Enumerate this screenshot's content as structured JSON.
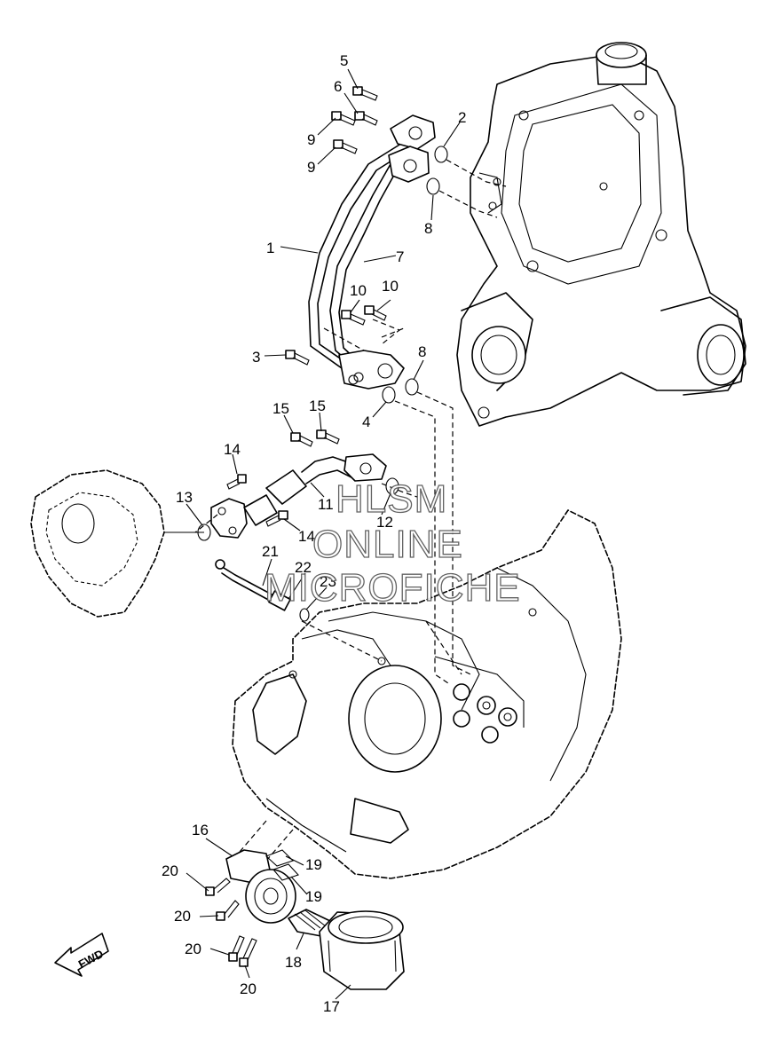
{
  "callouts": [
    {
      "id": "c5",
      "text": "5"
    },
    {
      "id": "c6",
      "text": "6"
    },
    {
      "id": "c2",
      "text": "2"
    },
    {
      "id": "c9a",
      "text": "9"
    },
    {
      "id": "c9b",
      "text": "9"
    },
    {
      "id": "c8a",
      "text": "8"
    },
    {
      "id": "c1",
      "text": "1"
    },
    {
      "id": "c7",
      "text": "7"
    },
    {
      "id": "c10a",
      "text": "10"
    },
    {
      "id": "c10b",
      "text": "10"
    },
    {
      "id": "c3",
      "text": "3"
    },
    {
      "id": "c8b",
      "text": "8"
    },
    {
      "id": "c4",
      "text": "4"
    },
    {
      "id": "c15a",
      "text": "15"
    },
    {
      "id": "c15b",
      "text": "15"
    },
    {
      "id": "c14a",
      "text": "14"
    },
    {
      "id": "c13",
      "text": "13"
    },
    {
      "id": "c11",
      "text": "11"
    },
    {
      "id": "c12",
      "text": "12"
    },
    {
      "id": "c14b",
      "text": "14"
    },
    {
      "id": "c21",
      "text": "21"
    },
    {
      "id": "c22",
      "text": "22"
    },
    {
      "id": "c23",
      "text": "23"
    },
    {
      "id": "c16",
      "text": "16"
    },
    {
      "id": "c20a",
      "text": "20"
    },
    {
      "id": "c19a",
      "text": "19"
    },
    {
      "id": "c19b",
      "text": "19"
    },
    {
      "id": "c20b",
      "text": "20"
    },
    {
      "id": "c20c",
      "text": "20"
    },
    {
      "id": "c18",
      "text": "18"
    },
    {
      "id": "c20d",
      "text": "20"
    },
    {
      "id": "c17",
      "text": "17"
    }
  ],
  "watermark": {
    "line1": "HLSM",
    "line2": "ONLINE",
    "line3": "MICROFICHE"
  },
  "fwd_label": "FWD"
}
